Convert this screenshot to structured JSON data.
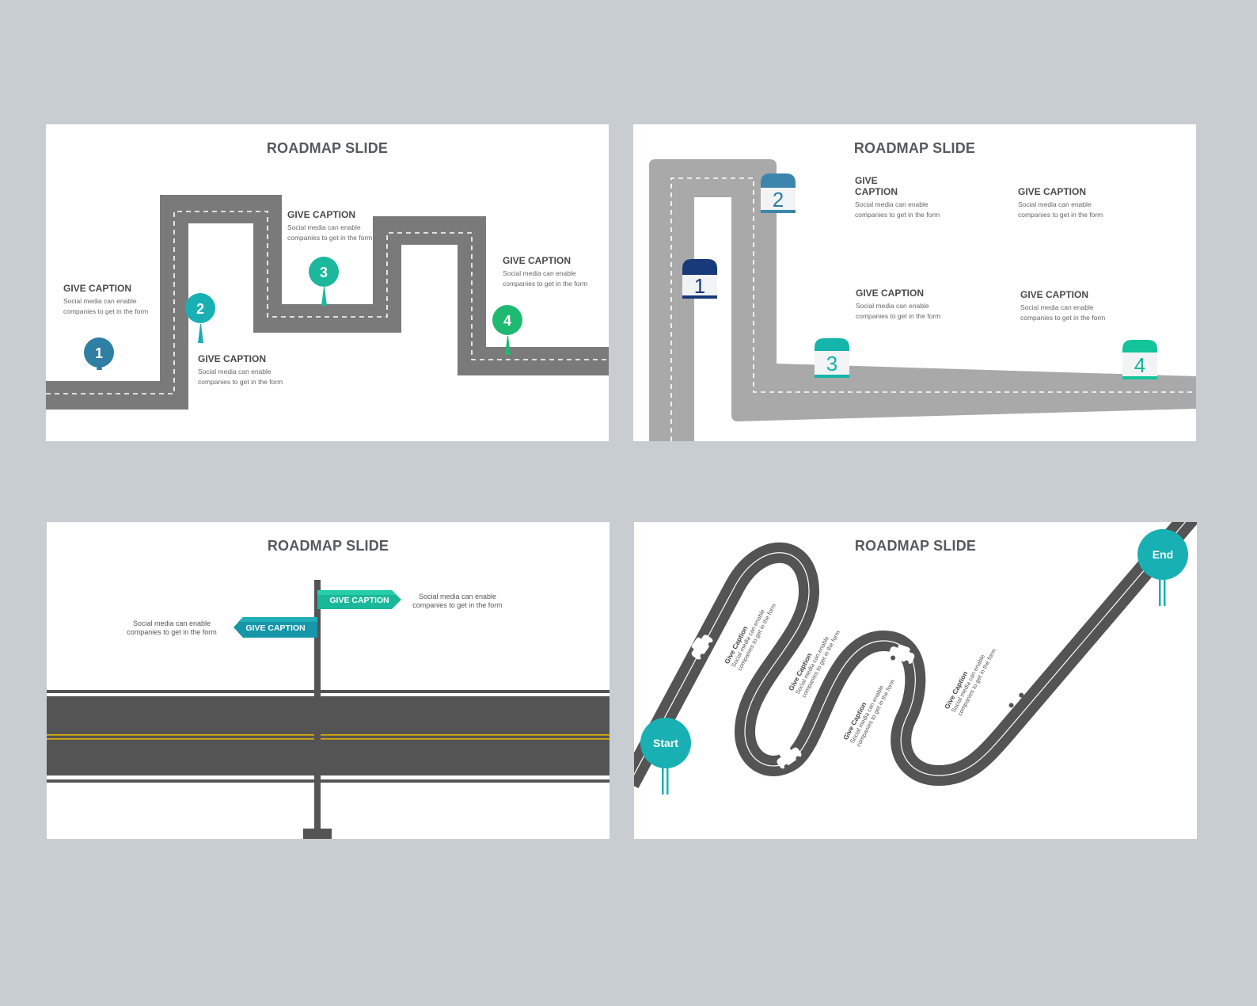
{
  "colors": {
    "background": "#c8cdd1",
    "road_dark": "#7a7a7a",
    "road_light": "#a9a9a9",
    "road_asphalt": "#545454",
    "blue": "#2e7fa3",
    "teal": "#19b0b4",
    "green": "#1fba72",
    "navy": "#183a7a",
    "mint": "#13c49b",
    "yellow": "#e7b400"
  },
  "slide1": {
    "title": "ROADMAP SLIDE",
    "pins": [
      "1",
      "2",
      "3",
      "4"
    ],
    "captions": [
      {
        "heading": "GIVE CAPTION",
        "line1": "Social media can enable",
        "line2": "companies to get in the form"
      },
      {
        "heading": "GIVE CAPTION",
        "line1": "Social media can enable",
        "line2": "companies to get in the form"
      },
      {
        "heading": "GIVE CAPTION",
        "line1": "Social media can enable",
        "line2": "companies to get in the form"
      },
      {
        "heading": "GIVE CAPTION",
        "line1": "Social media can enable",
        "line2": "companies to get in the form"
      }
    ]
  },
  "slide2": {
    "title": "ROADMAP SLIDE",
    "signs": [
      "1",
      "2",
      "3",
      "4"
    ],
    "captions": [
      {
        "heading": "GIVE CAPTION",
        "line1": "Social media can enable",
        "line2": "companies to get in the form"
      },
      {
        "heading": "GIVE CAPTION",
        "line1": "Social media can enable",
        "line2": "companies to get in the form"
      },
      {
        "heading": "GIVE CAPTION",
        "line1": "Social media can enable",
        "line2": "companies to get in the form"
      },
      {
        "heading": "GIVE CAPTION",
        "line1": "Social media can enable",
        "line2": "companies to get in the form"
      }
    ]
  },
  "slide3": {
    "title": "ROADMAP SLIDE",
    "sign_right": "GIVE CAPTION",
    "sign_left": "GIVE CAPTION",
    "text_right": {
      "line1": "Social media can enable",
      "line2": "companies to get in the form"
    },
    "text_left": {
      "line1": "Social media can enable",
      "line2": "companies to get in the form"
    }
  },
  "slide4": {
    "title": "ROADMAP SLIDE",
    "start_label": "Start",
    "end_label": "End",
    "captions": [
      {
        "heading": "Give Caption",
        "line1": "Social media can enable",
        "line2": "companies to get in the form"
      },
      {
        "heading": "Give Caption",
        "line1": "Social media can enable",
        "line2": "companies to get in the form"
      },
      {
        "heading": "Give Caption",
        "line1": "Social media can enable",
        "line2": "companies to get in the form"
      },
      {
        "heading": "Give Caption",
        "line1": "Social media can enable",
        "line2": "companies to get in the form"
      }
    ]
  }
}
